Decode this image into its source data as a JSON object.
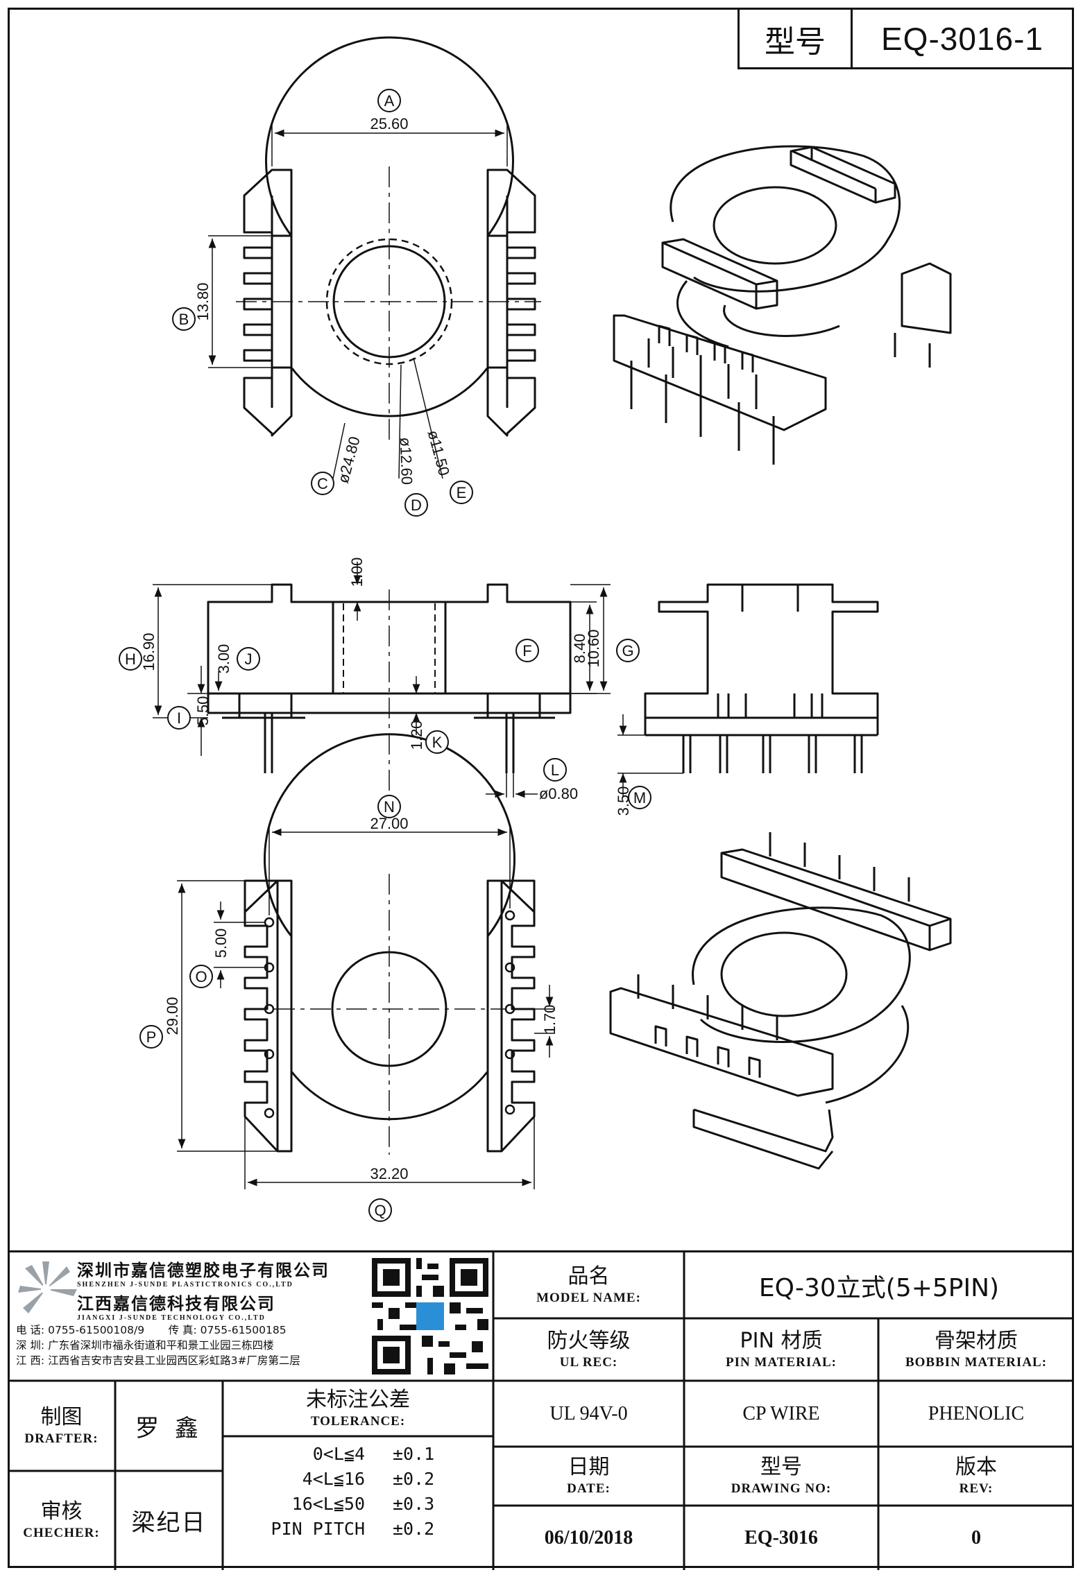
{
  "header": {
    "model_label": "型号",
    "model_value": "EQ-3016-1"
  },
  "drawing": {
    "callouts": [
      "A",
      "B",
      "C",
      "D",
      "E",
      "F",
      "G",
      "H",
      "I",
      "J",
      "K",
      "L",
      "M",
      "N",
      "O",
      "P",
      "Q"
    ],
    "dims": {
      "A": "25.60",
      "B": "13.80",
      "C": "ø24.80",
      "D": "ø12.60",
      "E": "ø11.50",
      "F": "8.40",
      "G": "10.60",
      "H": "16.90",
      "I": "5.50",
      "J": "3.00",
      "K": "1.20",
      "L": "ø0.80",
      "M": "3.50",
      "N": "27.00",
      "O": "5.00",
      "P": "29.00",
      "Q": "32.20",
      "top_gap": "1.00",
      "pitch": "1.70"
    }
  },
  "company": {
    "name_sz": "深圳市嘉信德塑胶电子有限公司",
    "name_sz_en": "SHENZHEN J-SUNDE PLASTICTRONICS CO.,LTD",
    "name_jx": "江西嘉信德科技有限公司",
    "name_jx_en": "JIANGXI J-SUNDE TECHNOLOGY CO.,LTD",
    "phone": "电 话:  0755-61500108/9",
    "fax": "传 真:  0755-61500185",
    "addr_sz": "深 圳:  广东省深圳市福永街道和平和景工业园三栋四楼",
    "addr_jx": "江 西:  江西省吉安市吉安县工业园西区彩虹路3#厂房第二层"
  },
  "title_block": {
    "model_name": {
      "zh": "品名",
      "en": "MODEL NAME:",
      "value": "EQ-30立式(5+5PIN)"
    },
    "ul_rec": {
      "zh": "防火等级",
      "en": "UL REC:",
      "value": "UL 94V-0"
    },
    "pin_material": {
      "zh": "PIN 材质",
      "en": "PIN MATERIAL:",
      "value": "CP WIRE"
    },
    "bobbin_material": {
      "zh": "骨架材质",
      "en": "BOBBIN MATERIAL:",
      "value": "PHENOLIC"
    },
    "drafter": {
      "zh": "制图",
      "en": "DRAFTER:",
      "value": "罗 鑫"
    },
    "checker": {
      "zh": "审核",
      "en": "CHECHER:",
      "value": "梁纪日"
    },
    "tolerance": {
      "zh": "未标注公差",
      "en": "TOLERANCE:",
      "rows": [
        {
          "range": "0<L≦4",
          "tol": "±0.1"
        },
        {
          "range": "4<L≦16",
          "tol": "±0.2"
        },
        {
          "range": "16<L≦50",
          "tol": "±0.3"
        },
        {
          "range": "PIN PITCH",
          "tol": "±0.2"
        }
      ]
    },
    "date": {
      "zh": "日期",
      "en": "DATE:",
      "value": "06/10/2018"
    },
    "drawing_no": {
      "zh": "型号",
      "en": "DRAWING NO:",
      "value": "EQ-3016"
    },
    "rev": {
      "zh": "版本",
      "en": "REV:",
      "value": "0"
    }
  }
}
